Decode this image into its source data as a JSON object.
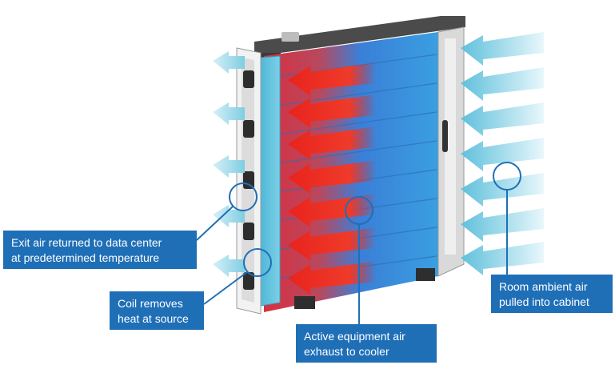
{
  "callouts": {
    "exit_air": {
      "line1": "Exit air returned to data center",
      "line2": "at predetermined temperature"
    },
    "coil": {
      "line1": "Coil removes",
      "line2": "heat at source"
    },
    "active_air": {
      "line1": "Active equipment air",
      "line2": "exhaust to cooler"
    },
    "room_air": {
      "line1": "Room ambient air",
      "line2": "pulled into cabinet"
    }
  },
  "colors": {
    "callout_fill": "#1f6fb7",
    "hot_air": "#e8231d",
    "cool_air": "#8fd3e3",
    "coil_panel": "#5cc3df",
    "cabinet_frame": "#4a4a4a"
  }
}
